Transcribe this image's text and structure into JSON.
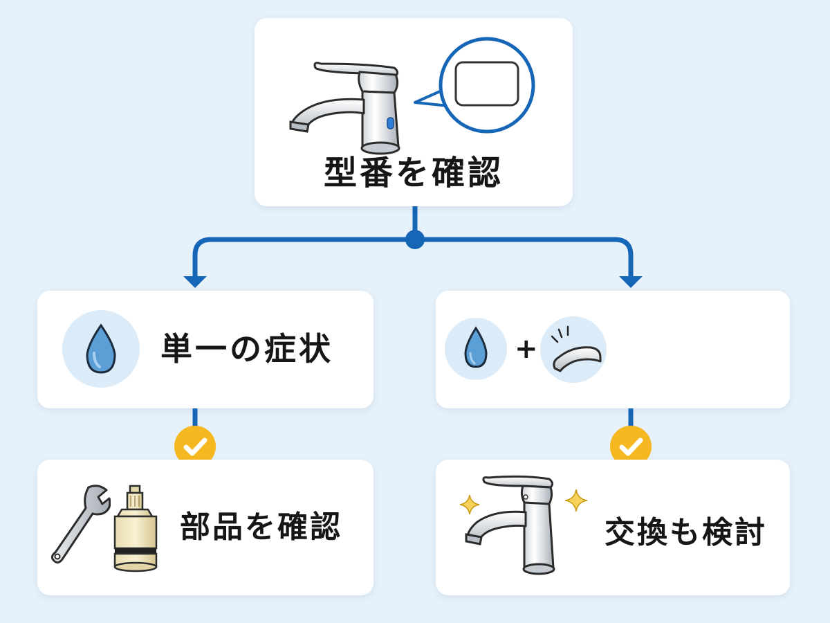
{
  "diagram": {
    "top_step": {
      "label": "型番を確認",
      "icons": [
        "faucet-icon",
        "model-label-magnifier-icon"
      ]
    },
    "left_branch": {
      "condition_label": "単一の症状",
      "condition_icons": [
        "water-drop-icon"
      ],
      "result_label": "部品を確認",
      "result_icons": [
        "wrench-icon",
        "cartridge-icon"
      ]
    },
    "right_branch": {
      "condition_symbol": "+",
      "condition_icons": [
        "water-drop-icon",
        "faucet-lever-icon"
      ],
      "result_label": "交換も検討",
      "result_icons": [
        "sparkle-icon",
        "new-faucet-icon",
        "sparkle-icon"
      ]
    },
    "connector_icons": [
      "check-badge-icon",
      "check-badge-icon"
    ]
  },
  "colors": {
    "background": "#e6f1fa",
    "card": "#ffffff",
    "connector_blue": "#1666b8",
    "check_badge": "#f6b820",
    "icon_circle": "#dcebf8",
    "drop_blue": "#5b9fd6",
    "text": "#161616"
  }
}
